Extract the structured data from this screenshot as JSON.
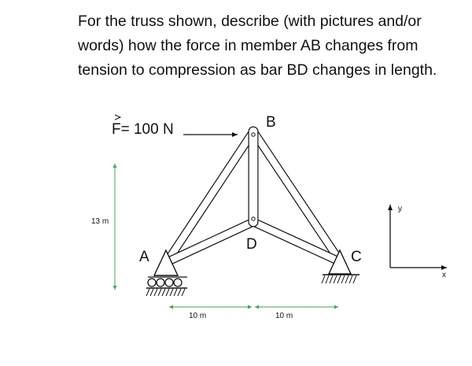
{
  "question": {
    "lines": [
      "For the truss shown, describe (with pictures and/or",
      "words) how the force in member AB changes from",
      "tension to compression as bar BD changes in length."
    ]
  },
  "figure": {
    "force_label": "F= 100 N",
    "nodes": {
      "a": "A",
      "b": "B",
      "c": "C",
      "d": "D"
    },
    "dimensions": {
      "height": "13 m",
      "span_left": "10 m",
      "span_right": "10 m"
    },
    "axes": {
      "x": "x",
      "y": "y"
    }
  }
}
